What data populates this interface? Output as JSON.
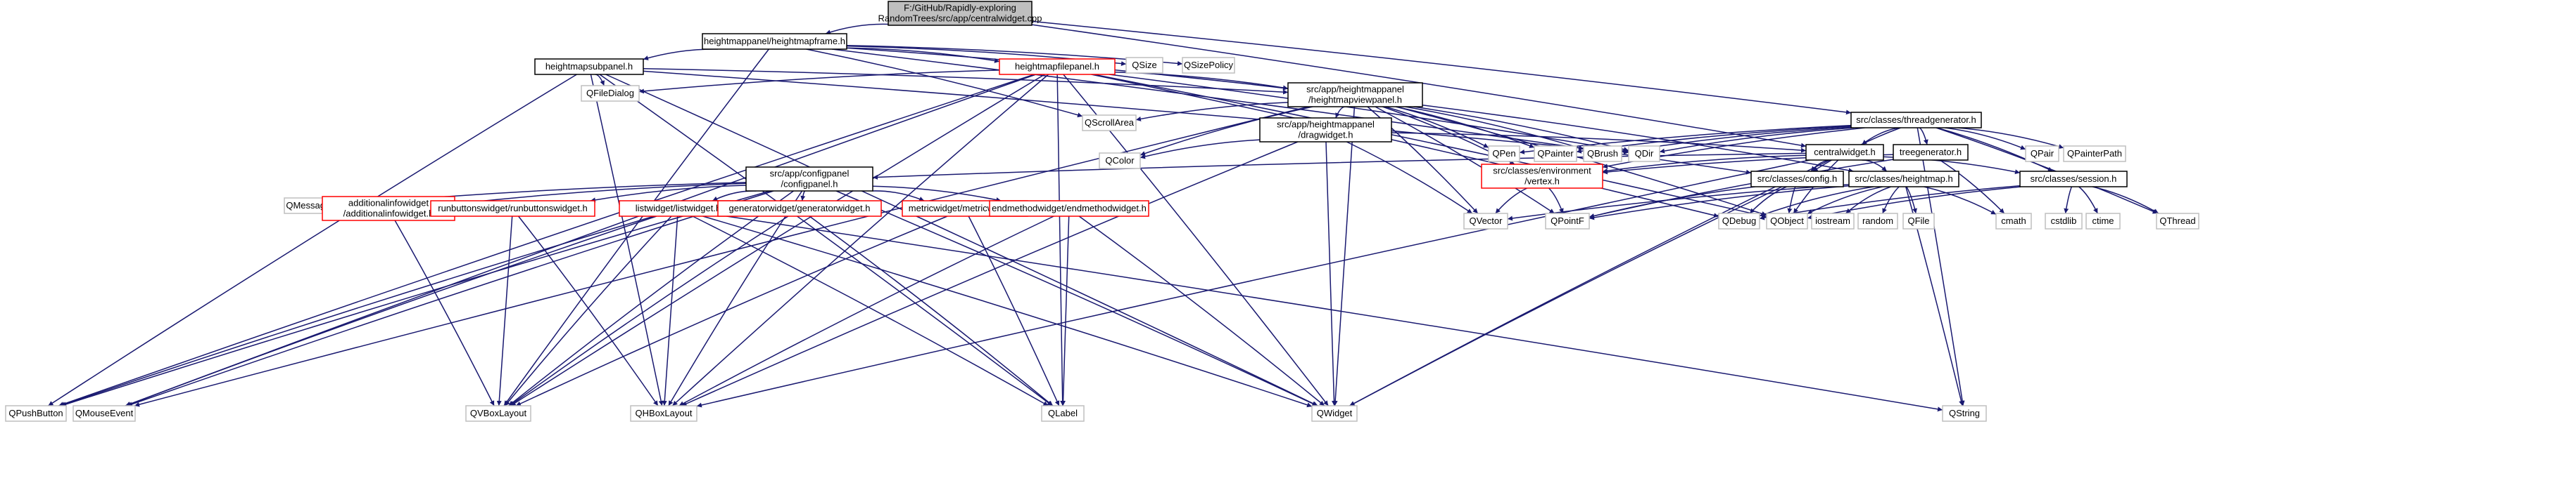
{
  "colors": {
    "edge": "#191970",
    "normal_border": "#000000",
    "missing_border": "#ff0000",
    "external_border": "#bfbfbf",
    "root_fill": "#bfbfbf",
    "fill": "#ffffff"
  },
  "nodes": [
    {
      "id": "root",
      "lines": [
        "F:/GitHub/Rapidly-exploring",
        "RandomTrees/src/app/centralwidget.cpp"
      ],
      "kind": "root"
    },
    {
      "id": "hmframe",
      "lines": [
        "heightmappanel/heightmapframe.h"
      ],
      "kind": "normal"
    },
    {
      "id": "hmsub",
      "lines": [
        "heightmapsubpanel.h"
      ],
      "kind": "normal"
    },
    {
      "id": "hmfile",
      "lines": [
        "heightmapfilepanel.h"
      ],
      "kind": "missing"
    },
    {
      "id": "qsize",
      "lines": [
        "QSize"
      ],
      "kind": "external"
    },
    {
      "id": "qsizepolicy",
      "lines": [
        "QSizePolicy"
      ],
      "kind": "external"
    },
    {
      "id": "qfiledialog",
      "lines": [
        "QFileDialog"
      ],
      "kind": "external"
    },
    {
      "id": "hmview",
      "lines": [
        "src/app/heightmappanel",
        "/heightmapviewpanel.h"
      ],
      "kind": "normal"
    },
    {
      "id": "qscrollarea",
      "lines": [
        "QScrollArea"
      ],
      "kind": "external"
    },
    {
      "id": "dragwidget",
      "lines": [
        "src/app/heightmappanel",
        "/dragwidget.h"
      ],
      "kind": "normal"
    },
    {
      "id": "qcolor",
      "lines": [
        "QColor"
      ],
      "kind": "external"
    },
    {
      "id": "threadgen",
      "lines": [
        "src/classes/threadgenerator.h"
      ],
      "kind": "normal"
    },
    {
      "id": "qpen",
      "lines": [
        "QPen"
      ],
      "kind": "external"
    },
    {
      "id": "qpainter",
      "lines": [
        "QPainter"
      ],
      "kind": "external"
    },
    {
      "id": "qbrush",
      "lines": [
        "QBrush"
      ],
      "kind": "external"
    },
    {
      "id": "qdir",
      "lines": [
        "QDir"
      ],
      "kind": "external"
    },
    {
      "id": "centralwidget",
      "lines": [
        "centralwidget.h"
      ],
      "kind": "normal"
    },
    {
      "id": "treegen",
      "lines": [
        "treegenerator.h"
      ],
      "kind": "normal"
    },
    {
      "id": "qpair",
      "lines": [
        "QPair"
      ],
      "kind": "external"
    },
    {
      "id": "qpainterpath",
      "lines": [
        "QPainterPath"
      ],
      "kind": "external"
    },
    {
      "id": "configpanel",
      "lines": [
        "src/app/configpanel",
        "/configpanel.h"
      ],
      "kind": "normal"
    },
    {
      "id": "envvertex",
      "lines": [
        "src/classes/environment",
        "/vertex.h"
      ],
      "kind": "missing"
    },
    {
      "id": "config",
      "lines": [
        "src/classes/config.h"
      ],
      "kind": "normal"
    },
    {
      "id": "heightmap",
      "lines": [
        "src/classes/heightmap.h"
      ],
      "kind": "normal"
    },
    {
      "id": "session",
      "lines": [
        "src/classes/session.h"
      ],
      "kind": "normal"
    },
    {
      "id": "qmessagebox",
      "lines": [
        "QMessageBox"
      ],
      "kind": "external"
    },
    {
      "id": "addinfo",
      "lines": [
        "additionalinfowidget",
        "/additionalinfowidget.h"
      ],
      "kind": "missing"
    },
    {
      "id": "runbutton",
      "lines": [
        "runbuttonswidget/runbuttonswidget.h"
      ],
      "kind": "missing"
    },
    {
      "id": "listwidget",
      "lines": [
        "listwidget/listwidget.h"
      ],
      "kind": "missing"
    },
    {
      "id": "genwidget",
      "lines": [
        "generatorwidget/generatorwidget.h"
      ],
      "kind": "missing"
    },
    {
      "id": "metricwidget",
      "lines": [
        "metricwidget/metricwidget.h"
      ],
      "kind": "missing"
    },
    {
      "id": "endmethod",
      "lines": [
        "endmethodwidget/endmethodwidget.h"
      ],
      "kind": "missing"
    },
    {
      "id": "qvector",
      "lines": [
        "QVector"
      ],
      "kind": "external"
    },
    {
      "id": "qpointf",
      "lines": [
        "QPointF"
      ],
      "kind": "external"
    },
    {
      "id": "qdebug",
      "lines": [
        "QDebug"
      ],
      "kind": "external"
    },
    {
      "id": "qobject",
      "lines": [
        "QObject"
      ],
      "kind": "external"
    },
    {
      "id": "iostream",
      "lines": [
        "iostream"
      ],
      "kind": "external"
    },
    {
      "id": "random",
      "lines": [
        "random"
      ],
      "kind": "external"
    },
    {
      "id": "qfile",
      "lines": [
        "QFile"
      ],
      "kind": "external"
    },
    {
      "id": "cmath",
      "lines": [
        "cmath"
      ],
      "kind": "external"
    },
    {
      "id": "cstdlib",
      "lines": [
        "cstdlib"
      ],
      "kind": "external"
    },
    {
      "id": "ctime",
      "lines": [
        "ctime"
      ],
      "kind": "external"
    },
    {
      "id": "qthread",
      "lines": [
        "QThread"
      ],
      "kind": "external"
    },
    {
      "id": "qpushbutton",
      "lines": [
        "QPushButton"
      ],
      "kind": "external"
    },
    {
      "id": "qmouseevent",
      "lines": [
        "QMouseEvent"
      ],
      "kind": "external"
    },
    {
      "id": "qvboxlayout",
      "lines": [
        "QVBoxLayout"
      ],
      "kind": "external"
    },
    {
      "id": "qhboxlayout",
      "lines": [
        "QHBoxLayout"
      ],
      "kind": "external"
    },
    {
      "id": "qlabel",
      "lines": [
        "QLabel"
      ],
      "kind": "external"
    },
    {
      "id": "qwidget",
      "lines": [
        "QWidget"
      ],
      "kind": "external"
    },
    {
      "id": "qstring",
      "lines": [
        "QString"
      ],
      "kind": "external"
    }
  ],
  "edges": [
    [
      "root",
      "hmframe"
    ],
    [
      "root",
      "threadgen"
    ],
    [
      "root",
      "centralwidget"
    ],
    [
      "hmframe",
      "hmsub"
    ],
    [
      "hmframe",
      "hmfile"
    ],
    [
      "hmframe",
      "qsize"
    ],
    [
      "hmframe",
      "qsizepolicy"
    ],
    [
      "hmframe",
      "hmview"
    ],
    [
      "hmframe",
      "qscrollarea"
    ],
    [
      "hmframe",
      "config"
    ],
    [
      "hmframe",
      "qvboxlayout"
    ],
    [
      "hmsub",
      "qfiledialog"
    ],
    [
      "hmsub",
      "hmview"
    ],
    [
      "hmsub",
      "qpushbutton"
    ],
    [
      "hmsub",
      "qhboxlayout"
    ],
    [
      "hmsub",
      "qlabel"
    ],
    [
      "hmsub",
      "qwidget"
    ],
    [
      "hmsub",
      "qdir"
    ],
    [
      "hmfile",
      "qfiledialog"
    ],
    [
      "hmfile",
      "hmview"
    ],
    [
      "hmfile",
      "qdir"
    ],
    [
      "hmfile",
      "qobject"
    ],
    [
      "hmfile",
      "qdebug"
    ],
    [
      "hmfile",
      "qpushbutton"
    ],
    [
      "hmfile",
      "qmouseevent"
    ],
    [
      "hmfile",
      "qhboxlayout"
    ],
    [
      "hmfile",
      "qlabel"
    ],
    [
      "hmfile",
      "qwidget"
    ],
    [
      "hmfile",
      "qvboxlayout"
    ],
    [
      "hmview",
      "qscrollarea"
    ],
    [
      "hmview",
      "dragwidget"
    ],
    [
      "hmview",
      "qcolor"
    ],
    [
      "hmview",
      "qpen"
    ],
    [
      "hmview",
      "qpainter"
    ],
    [
      "hmview",
      "qbrush"
    ],
    [
      "hmview",
      "qdir"
    ],
    [
      "hmview",
      "envvertex"
    ],
    [
      "hmview",
      "qvector"
    ],
    [
      "hmview",
      "qpointf"
    ],
    [
      "hmview",
      "qobject"
    ],
    [
      "hmview",
      "qwidget"
    ],
    [
      "hmview",
      "qmouseevent"
    ],
    [
      "hmview",
      "heightmap"
    ],
    [
      "dragwidget",
      "qcolor"
    ],
    [
      "dragwidget",
      "centralwidget"
    ],
    [
      "dragwidget",
      "qwidget"
    ],
    [
      "dragwidget",
      "qvector"
    ],
    [
      "dragwidget",
      "qhboxlayout"
    ],
    [
      "threadgen",
      "qpen"
    ],
    [
      "threadgen",
      "qpainter"
    ],
    [
      "threadgen",
      "qbrush"
    ],
    [
      "threadgen",
      "qdir"
    ],
    [
      "threadgen",
      "treegen"
    ],
    [
      "threadgen",
      "qpair"
    ],
    [
      "threadgen",
      "qpainterpath"
    ],
    [
      "threadgen",
      "session"
    ],
    [
      "threadgen",
      "qthread"
    ],
    [
      "threadgen",
      "qstring"
    ],
    [
      "threadgen",
      "envvertex"
    ],
    [
      "threadgen",
      "config"
    ],
    [
      "threadgen",
      "centralwidget"
    ],
    [
      "centralwidget",
      "configpanel"
    ],
    [
      "centralwidget",
      "envvertex"
    ],
    [
      "centralwidget",
      "config"
    ],
    [
      "centralwidget",
      "heightmap"
    ],
    [
      "centralwidget",
      "session"
    ],
    [
      "centralwidget",
      "qwidget"
    ],
    [
      "centralwidget",
      "qhboxlayout"
    ],
    [
      "centralwidget",
      "qobject"
    ],
    [
      "treegen",
      "envvertex"
    ],
    [
      "treegen",
      "cmath"
    ],
    [
      "treegen",
      "qpointf"
    ],
    [
      "configpanel",
      "qmessagebox"
    ],
    [
      "configpanel",
      "addinfo"
    ],
    [
      "configpanel",
      "runbutton"
    ],
    [
      "configpanel",
      "listwidget"
    ],
    [
      "configpanel",
      "genwidget"
    ],
    [
      "configpanel",
      "metricwidget"
    ],
    [
      "configpanel",
      "endmethod"
    ],
    [
      "configpanel",
      "qvboxlayout"
    ],
    [
      "configpanel",
      "qhboxlayout"
    ],
    [
      "configpanel",
      "qwidget"
    ],
    [
      "configpanel",
      "qpushbutton"
    ],
    [
      "configpanel",
      "qmouseevent"
    ],
    [
      "envvertex",
      "qvector"
    ],
    [
      "envvertex",
      "qpointf"
    ],
    [
      "config",
      "qpointf"
    ],
    [
      "config",
      "qdebug"
    ],
    [
      "config",
      "qobject"
    ],
    [
      "config",
      "qwidget"
    ],
    [
      "heightmap",
      "qvector"
    ],
    [
      "heightmap",
      "qpointf"
    ],
    [
      "heightmap",
      "qdebug"
    ],
    [
      "heightmap",
      "qobject"
    ],
    [
      "heightmap",
      "iostream"
    ],
    [
      "heightmap",
      "random"
    ],
    [
      "heightmap",
      "qfile"
    ],
    [
      "heightmap",
      "cmath"
    ],
    [
      "heightmap",
      "qstring"
    ],
    [
      "session",
      "qobject"
    ],
    [
      "session",
      "cstdlib"
    ],
    [
      "session",
      "ctime"
    ],
    [
      "session",
      "qthread"
    ],
    [
      "session",
      "qdebug"
    ],
    [
      "addinfo",
      "qvboxlayout"
    ],
    [
      "runbutton",
      "qvboxlayout"
    ],
    [
      "runbutton",
      "qhboxlayout"
    ],
    [
      "listwidget",
      "qpushbutton"
    ],
    [
      "listwidget",
      "qmouseevent"
    ],
    [
      "listwidget",
      "qvboxlayout"
    ],
    [
      "listwidget",
      "qhboxlayout"
    ],
    [
      "listwidget",
      "qlabel"
    ],
    [
      "listwidget",
      "qwidget"
    ],
    [
      "listwidget",
      "qstring"
    ],
    [
      "genwidget",
      "qvboxlayout"
    ],
    [
      "genwidget",
      "qlabel"
    ],
    [
      "metricwidget",
      "qvboxlayout"
    ],
    [
      "metricwidget",
      "qlabel"
    ],
    [
      "endmethod",
      "qhboxlayout"
    ],
    [
      "endmethod",
      "qlabel"
    ],
    [
      "endmethod",
      "qwidget"
    ]
  ]
}
